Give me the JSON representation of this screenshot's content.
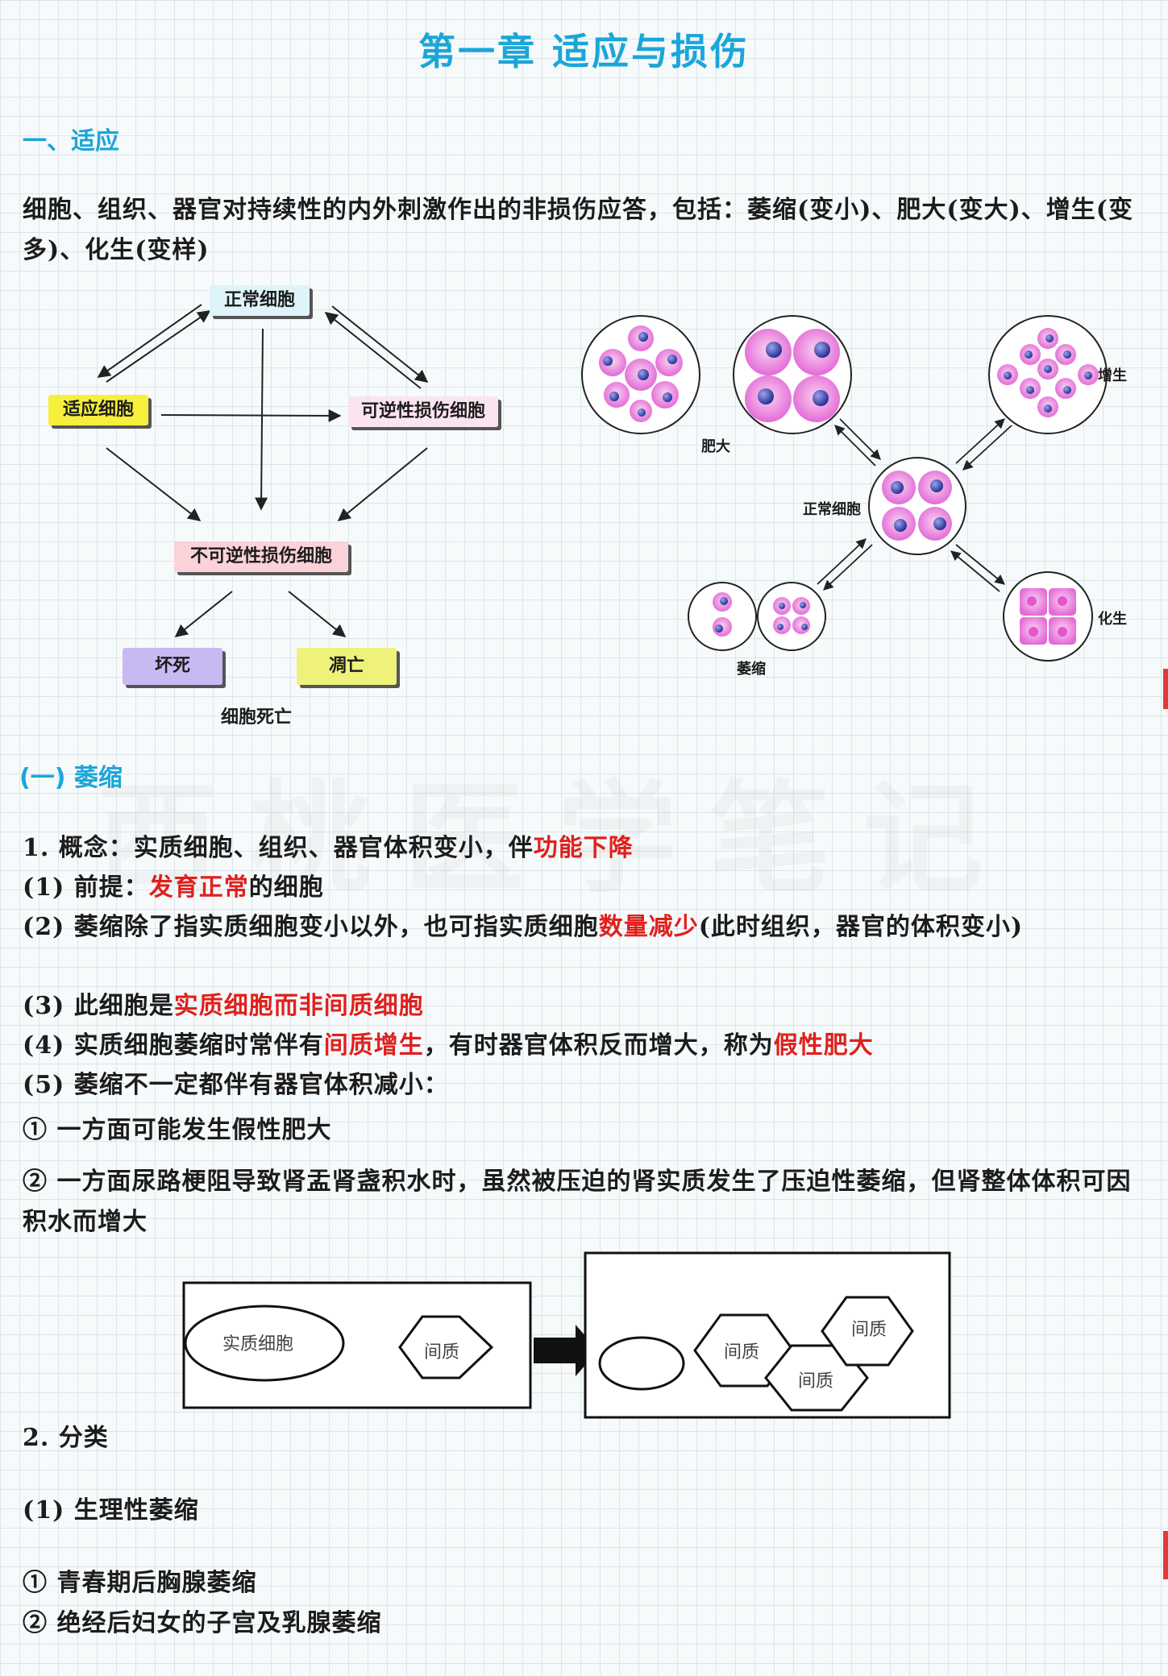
{
  "title": "第一章  适应与损伤",
  "section1": {
    "heading": "一、适应",
    "intro": "细胞、组织、器官对持续性的内外刺激作出的非损伤应答，包括：萎缩(变小)、肥大(变大)、增生(变多)、化生(变样)"
  },
  "flow": {
    "normal": "正常细胞",
    "adapted": "适应细胞",
    "reversible": "可逆性损伤细胞",
    "irreversible": "不可逆性损伤细胞",
    "necrosis": "坏死",
    "apoptosis": "凋亡",
    "death": "细胞死亡"
  },
  "cells": {
    "hypertrophy": "肥大",
    "hyperplasia": "增生",
    "normal": "正常细胞",
    "atrophy": "萎缩",
    "metaplasia": "化生"
  },
  "section2": {
    "heading": "(一) 萎缩",
    "concept_prefix": "1.  概念：实质细胞、组织、器官体积变小，伴",
    "concept_red": "功能下降",
    "p1_prefix": "(1) 前提：",
    "p1_red": "发育正常",
    "p1_suffix": "的细胞",
    "p2_prefix": "(2) 萎缩除了指实质细胞变小以外，也可指实质细胞",
    "p2_red": "数量减少",
    "p2_suffix": "(此时组织，器官的体积变小)",
    "p3_prefix": "(3) 此细胞是",
    "p3_red": "实质细胞而非间质细胞",
    "p4_prefix": "(4) 实质细胞萎缩时常伴有",
    "p4_red1": "间质增生",
    "p4_mid": "，有时器官体积反而增大，称为",
    "p4_red2": "假性肥大",
    "p5": "(5) 萎缩不一定都伴有器官体积减小：",
    "c1": "①  一方面可能发生假性肥大",
    "c2": "②  一方面尿路梗阻导致肾盂肾盏积水时，虽然被压迫的肾实质发生了压迫性萎缩，但肾整体体积可因积水而增大"
  },
  "diagram2": {
    "parenchyma": "实质细胞",
    "stroma1": "间质",
    "stroma2": "间质",
    "stroma3": "间质",
    "stroma4": "间质"
  },
  "classification": {
    "heading": "2.  分类",
    "sub1": "(1) 生理性萎缩",
    "i1": "①  青春期后胸腺萎缩",
    "i2": "②  绝经后妇女的子宫及乳腺萎缩"
  },
  "watermark": "西桃医学笔记",
  "colors": {
    "accent": "#1ba6d8",
    "red": "#e0201c"
  }
}
